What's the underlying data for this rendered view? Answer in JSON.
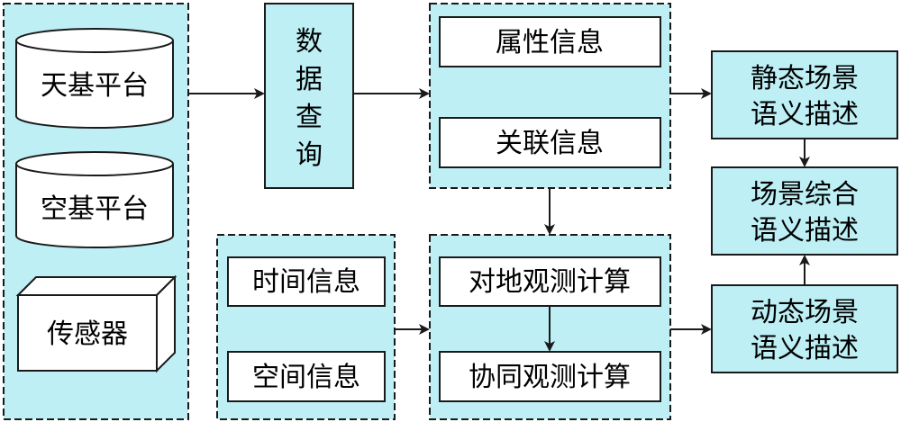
{
  "colors": {
    "panel_fill": "#bdeff5",
    "box_fill": "#ffffff",
    "stroke": "#1a1a1a"
  },
  "sources": {
    "space_platform": "天基平台",
    "air_platform": "空基平台",
    "sensor": "传感器"
  },
  "query": {
    "chars": [
      "数",
      "据",
      "查",
      "询"
    ]
  },
  "info": {
    "attribute": "属性信息",
    "association": "关联信息"
  },
  "spacetime": {
    "time": "时间信息",
    "space": "空间信息"
  },
  "computation": {
    "ground": "对地观测计算",
    "coop": "协同观测计算"
  },
  "descriptions": {
    "static": [
      "静态场景",
      "语义描述"
    ],
    "overall": [
      "场景综合",
      "语义描述"
    ],
    "dynamic": [
      "动态场景",
      "语义描述"
    ]
  }
}
